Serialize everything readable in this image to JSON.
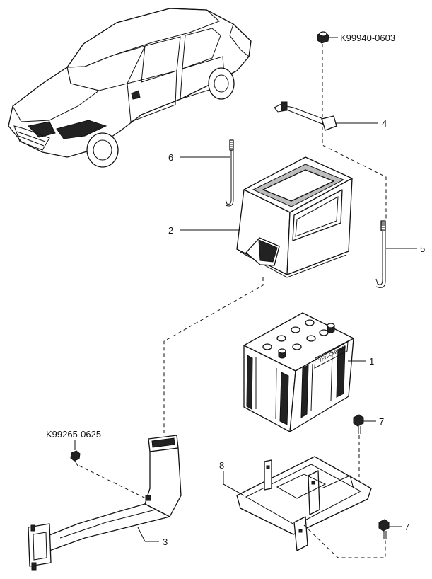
{
  "callouts": {
    "p1": "1",
    "p2": "2",
    "p3": "3",
    "p4": "4",
    "p5": "5",
    "p6": "6",
    "p7a": "7",
    "p7b": "7",
    "p8": "8"
  },
  "part_numbers": {
    "top_nut": "K99940-0603",
    "duct_bolt": "K99265-0625"
  },
  "battery_label_text": "YEN-ONE-MF"
}
